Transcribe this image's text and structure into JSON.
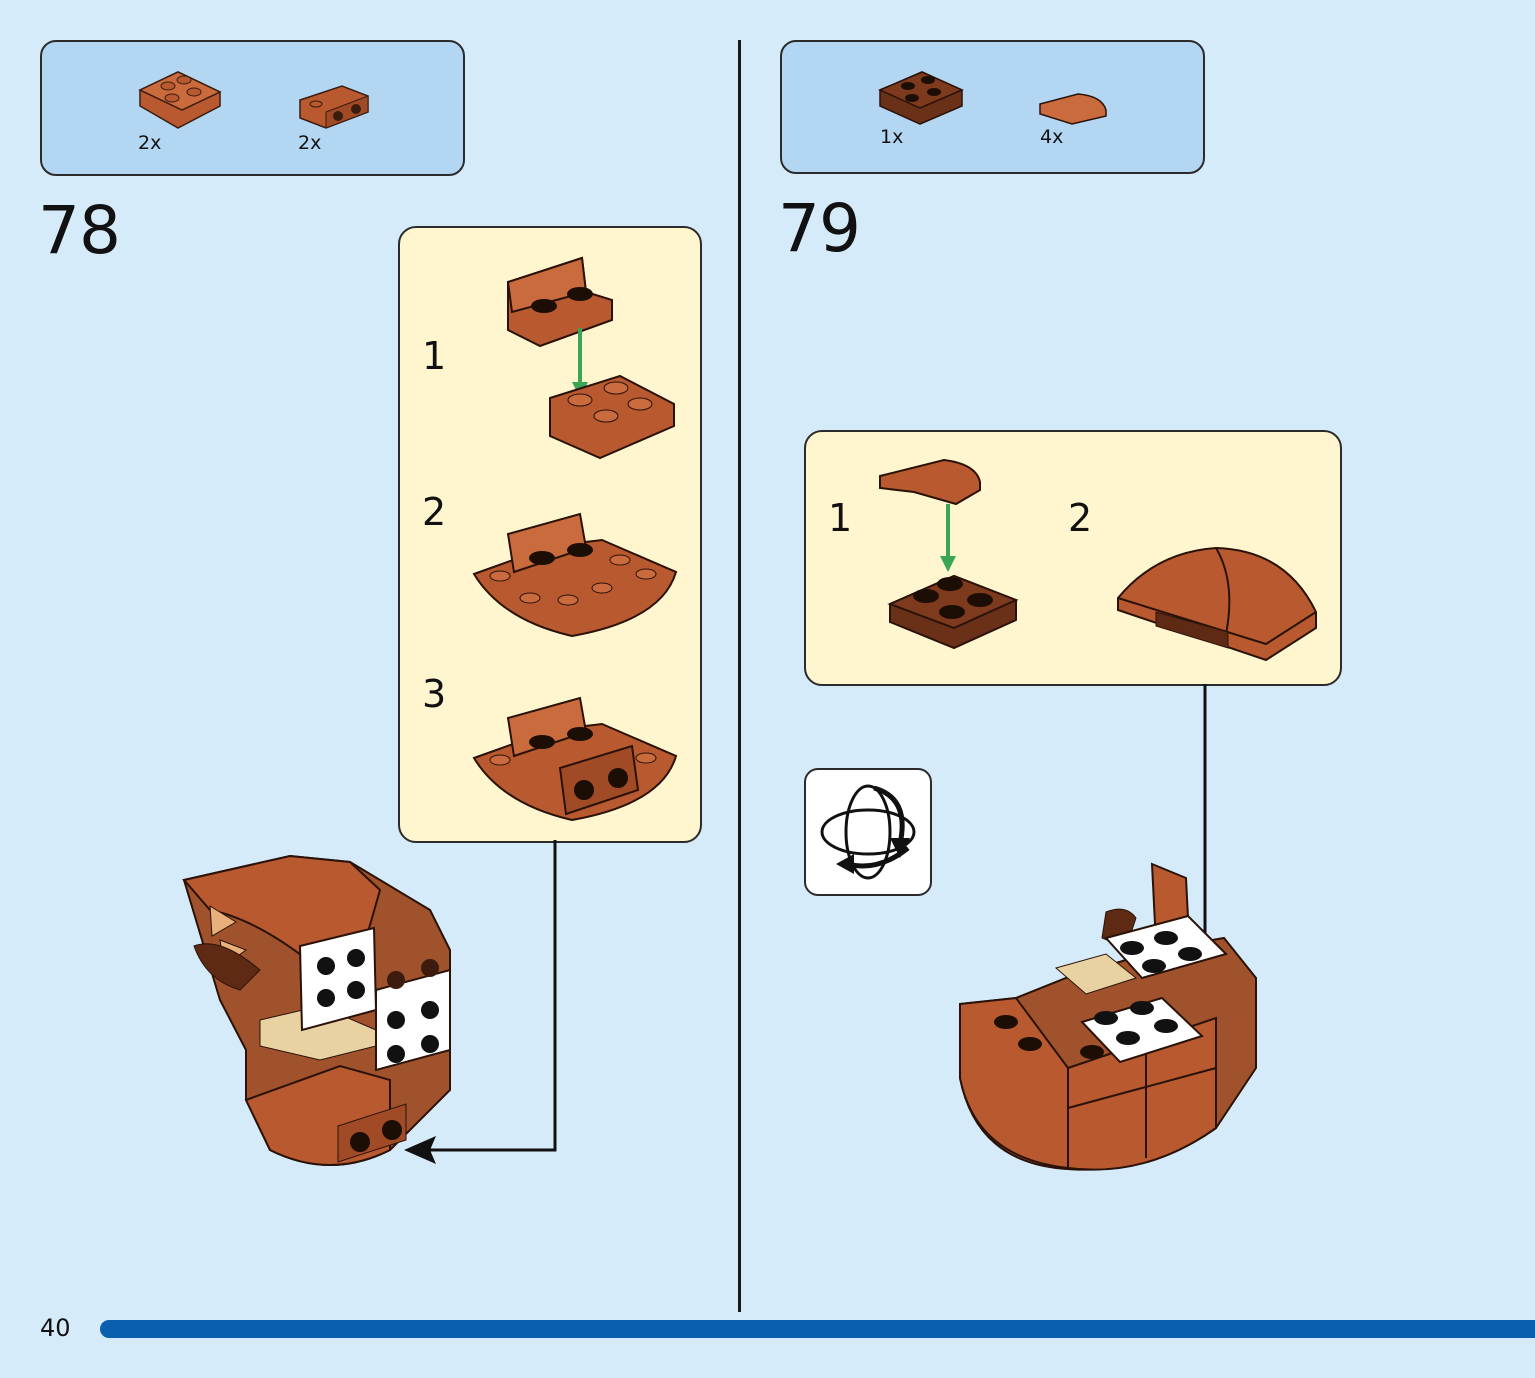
{
  "steps": [
    {
      "number": "78",
      "parts": [
        {
          "qty": "2x",
          "icon": "curved-plate-brick-icon"
        },
        {
          "qty": "2x",
          "icon": "bracket-plate-icon"
        }
      ],
      "sub_steps": [
        "1",
        "2",
        "3"
      ]
    },
    {
      "number": "79",
      "parts": [
        {
          "qty": "1x",
          "icon": "dark-2x2-plate-icon"
        },
        {
          "qty": "4x",
          "icon": "curved-slope-tile-icon"
        }
      ],
      "sub_steps": [
        "1",
        "2"
      ]
    }
  ],
  "rotate_icon": "rotate-model-icon",
  "page_number": "40",
  "colors": {
    "background": "#d6ebfa",
    "parts_box": "#b3d6f3",
    "sub_box": "#fff6cf",
    "brick_brown": "#a0522d",
    "dark_brown": "#5e2a14",
    "arrow_green": "#3aa655",
    "progress_bar": "#0a5fae"
  }
}
